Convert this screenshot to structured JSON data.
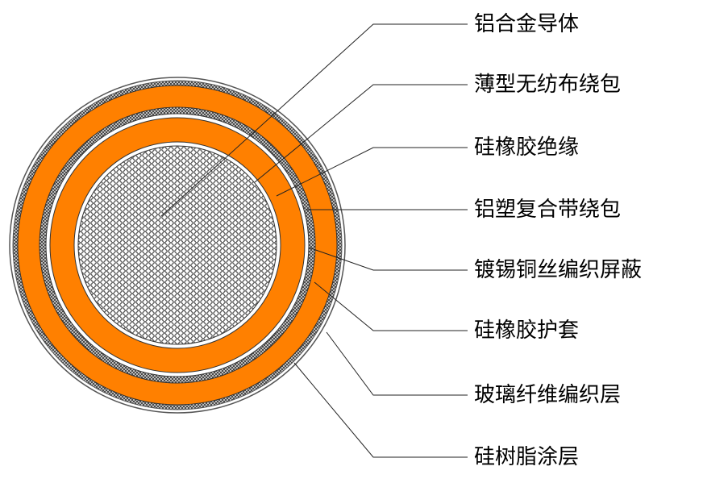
{
  "diagram": {
    "type": "cable cross-section",
    "colors": {
      "sheath": "#ff8000",
      "insulation": "#ff8000",
      "line": "#000000"
    },
    "labels": [
      "铝合金导体",
      "薄型无纺布绕包",
      "硅橡胶绝缘",
      "铝塑复合带绕包",
      "镀锡铜丝编织屏蔽",
      "硅橡胶护套",
      "玻璃纤维编织层",
      "硅树脂涂层"
    ]
  }
}
